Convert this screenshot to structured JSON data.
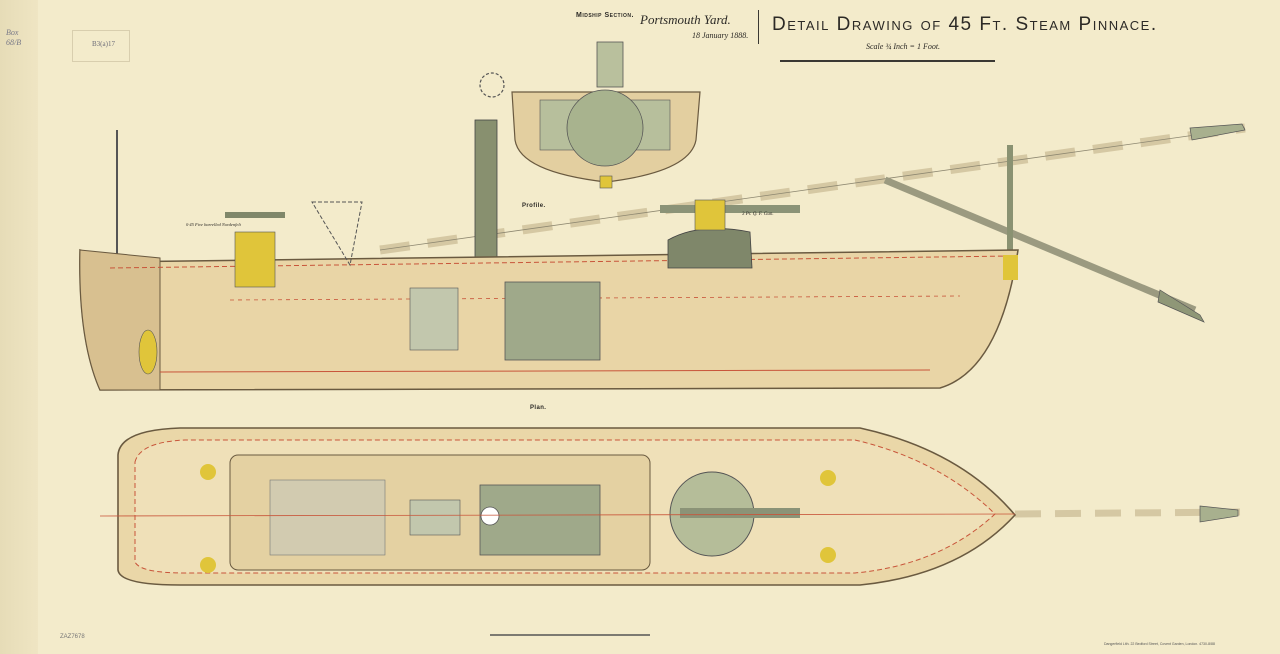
{
  "title_block": {
    "section_label": "Midship Section.",
    "yard": "Portsmouth Yard.",
    "date": "18 January 1888.",
    "title": "Detail Drawing of 45 Ft. Steam Pinnace.",
    "scale": "Scale ¾ Inch = 1 Foot."
  },
  "views": {
    "profile_label": "Profile.",
    "plan_label": "Plan."
  },
  "annotations": {
    "nordenfelt": "0·45 Five barrelled Nordenfelt",
    "qf_gun": "3 Pr. Q. F. Gun."
  },
  "margin": {
    "handwritten_ref": "Box 68/B",
    "stamp_number": "B3(a)17",
    "catalog_number": "ZAZ7678",
    "printer_credit": "Dangerfield Lith. 22 Bedford Street, Covent Garden, London. 4730-8/88"
  },
  "colors": {
    "paper": "#f3ebcb",
    "hull_tan": "#d9bf8e",
    "steel_green": "#9fa98a",
    "brass": "#e0c53a",
    "red_line": "#c8553a",
    "ink": "#2c2a26"
  }
}
